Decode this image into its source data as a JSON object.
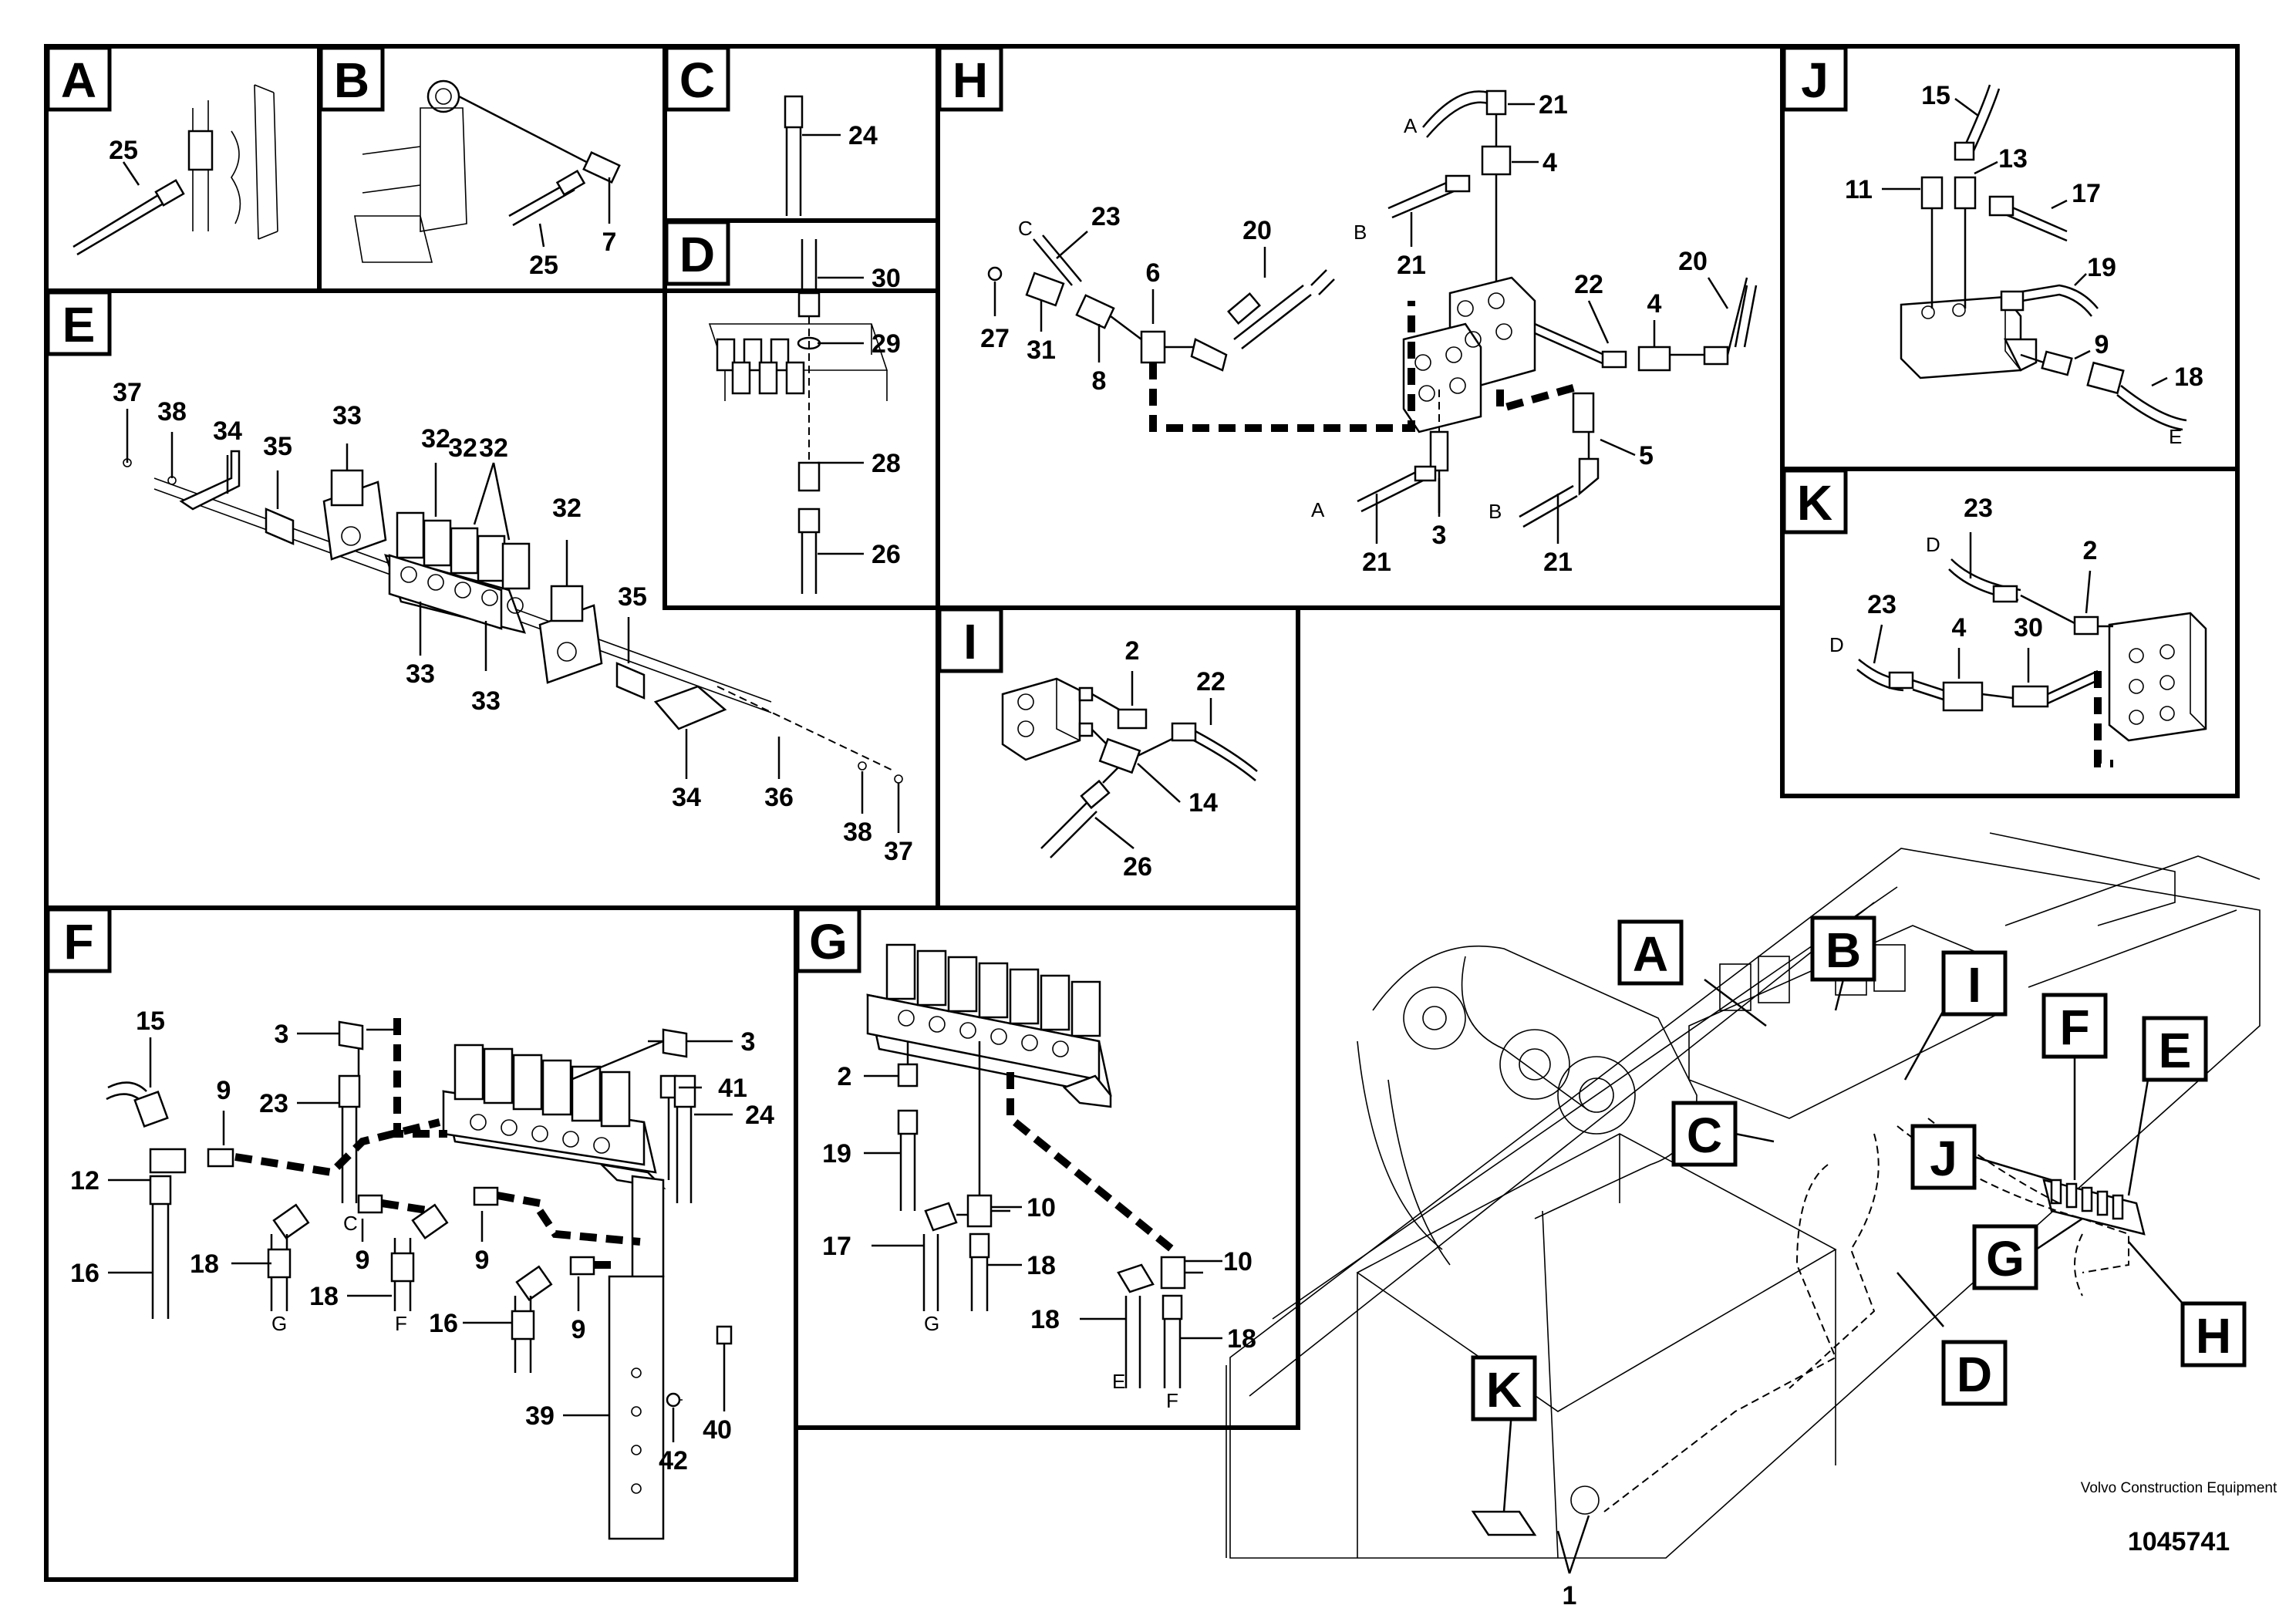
{
  "document": {
    "manufacturer": "Volvo Construction Equipment",
    "drawing_number": "1045741"
  },
  "panels": {
    "A": {
      "tag": "A",
      "callouts": [
        "25"
      ]
    },
    "B": {
      "tag": "B",
      "callouts": [
        "25",
        "7"
      ]
    },
    "C": {
      "tag": "C",
      "callouts": [
        "24"
      ]
    },
    "D": {
      "tag": "D",
      "callouts": [
        "30",
        "29",
        "28",
        "26"
      ]
    },
    "E": {
      "tag": "E",
      "callouts": [
        "37",
        "38",
        "34",
        "35",
        "33",
        "32",
        "32",
        "32",
        "33",
        "33",
        "32",
        "35",
        "34",
        "36",
        "38",
        "37"
      ]
    },
    "F": {
      "tag": "F",
      "callouts": [
        "15",
        "3",
        "3",
        "9",
        "23",
        "24",
        "12",
        "41",
        "16",
        "18",
        "9",
        "9",
        "18",
        "16",
        "9",
        "39",
        "42",
        "40"
      ],
      "letters": [
        "C",
        "G",
        "F"
      ]
    },
    "G": {
      "tag": "G",
      "callouts": [
        "2",
        "19",
        "10",
        "17",
        "18",
        "10",
        "18",
        "18"
      ],
      "letters": [
        "G",
        "E",
        "F"
      ]
    },
    "H": {
      "tag": "H",
      "callouts": [
        "21",
        "4",
        "21",
        "23",
        "20",
        "6",
        "27",
        "31",
        "8",
        "22",
        "20",
        "4",
        "5",
        "21",
        "3",
        "21"
      ],
      "letters": [
        "A",
        "B",
        "C",
        "A",
        "B"
      ]
    },
    "I": {
      "tag": "I",
      "callouts": [
        "2",
        "22",
        "14",
        "26"
      ]
    },
    "J": {
      "tag": "J",
      "callouts": [
        "15",
        "11",
        "13",
        "17",
        "19",
        "9",
        "18"
      ],
      "letters": [
        "E"
      ]
    },
    "K": {
      "tag": "K",
      "callouts": [
        "23",
        "2",
        "23",
        "4",
        "30"
      ],
      "letters": [
        "D",
        "D"
      ]
    },
    "overview": {
      "tags": [
        "A",
        "B",
        "I",
        "C",
        "F",
        "E",
        "J",
        "G",
        "H",
        "D",
        "K"
      ],
      "callouts": [
        "1"
      ]
    }
  }
}
